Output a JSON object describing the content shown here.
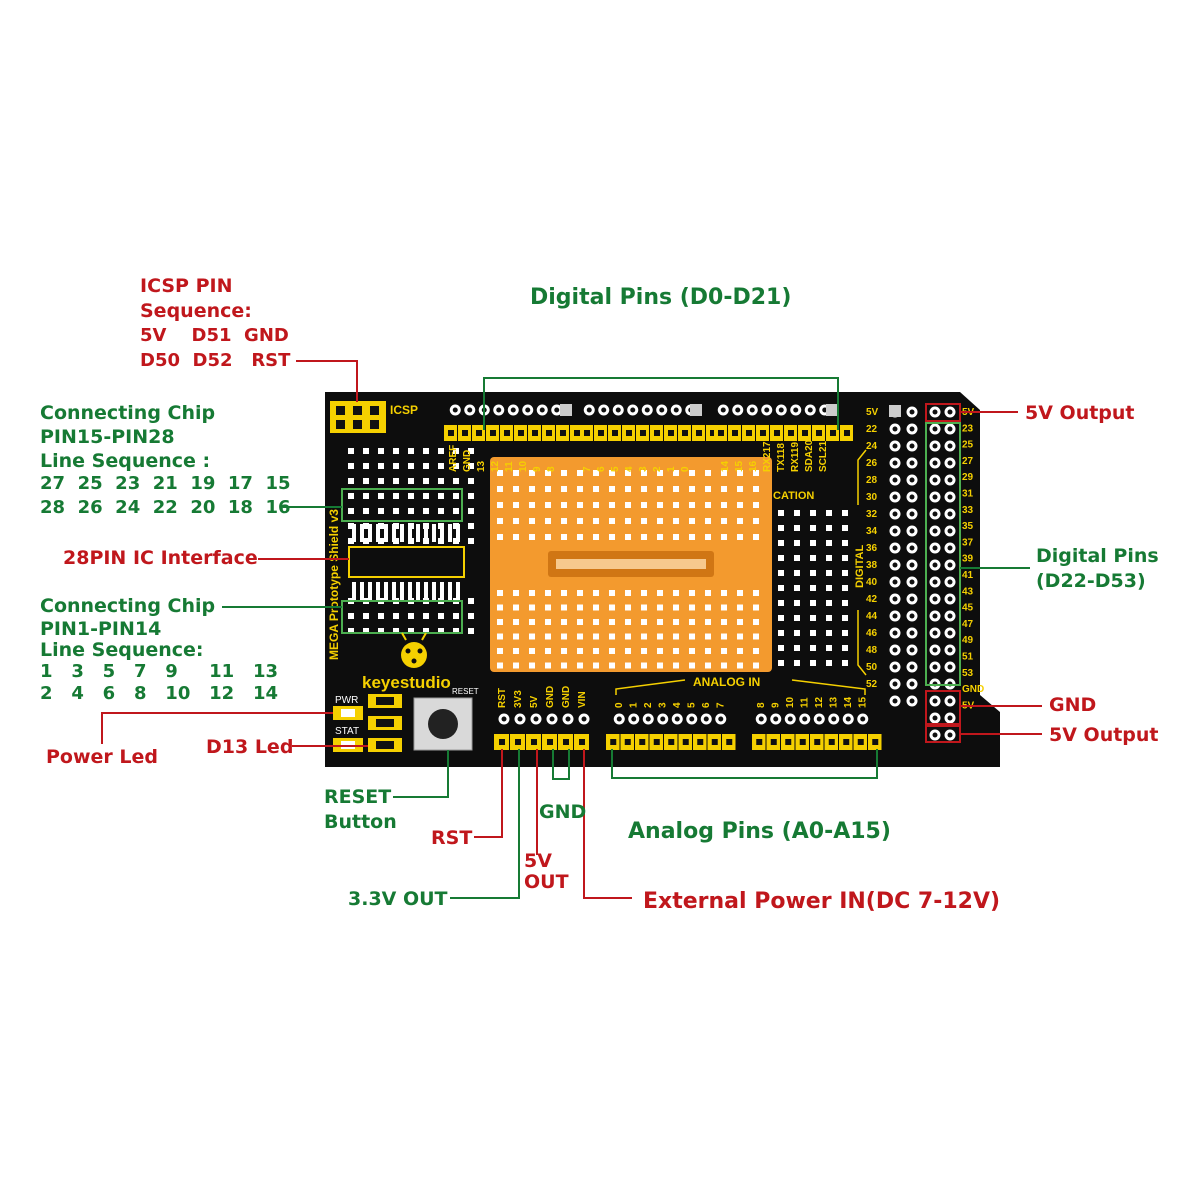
{
  "icsp": {
    "title": "ICSP PIN",
    "subtitle": "Sequence:",
    "row1": "5V    D51  GND",
    "row2": "D50  D52   RST"
  },
  "chip_upper": {
    "title": "Connecting Chip",
    "range": "PIN15-PIN28",
    "seq_label": "Line Sequence :",
    "row1": "27  25  23  21  19  17  15",
    "row2": "28  26  24  22  20  18  16"
  },
  "ic_interface": "28PIN IC Interface",
  "chip_lower": {
    "title": "Connecting Chip",
    "range": "PIN1-PIN14",
    "seq_label": "Line Sequence:",
    "row1": "1   3   5   7   9     11   13",
    "row2": "2   4   6   8   10   12   14"
  },
  "power_led": "Power Led",
  "d13_led": "D13 Led",
  "reset_button": {
    "line1": "RESET",
    "line2": "Button"
  },
  "rst": "RST",
  "v33_out": "3.3V OUT",
  "v5_out": {
    "line1": "5V",
    "line2": "OUT"
  },
  "gnd_bottom": "GND",
  "ext_power": "External Power IN(DC 7-12V)",
  "analog_pins": "Analog Pins (A0-A15)",
  "digital_top": "Digital Pins (D0-D21)",
  "v5_output_top": "5V Output",
  "digital_right": {
    "line1": "Digital Pins",
    "line2": "(D22-D53)"
  },
  "gnd_right": "GND",
  "v5_output_bottom": "5V Output",
  "board": {
    "brand": "keyestudio",
    "icsp_label": "ICSP",
    "reset_label": "RESET",
    "pwr_label": "PWR",
    "stat_label": "STAT",
    "side_text": "MEGA  Prototype  Shield  v3",
    "analog_in": "ANALOG  IN",
    "digital_vertical": "DIGITAL",
    "communication": "CATION",
    "top_pins": [
      "AREF",
      "GND",
      "13",
      "12",
      "11",
      "10",
      "9",
      "8",
      "7",
      "6",
      "5",
      "4",
      "3",
      "2",
      "1",
      "0",
      "14",
      "15",
      "16",
      "RX217",
      "TX118",
      "RX119",
      "SDA20",
      "SCL21"
    ],
    "power_pins": [
      "RST",
      "3V3",
      "5V",
      "GND",
      "GND",
      "VIN"
    ],
    "analog_pins_a": [
      "0",
      "1",
      "2",
      "3",
      "4",
      "5",
      "6",
      "7"
    ],
    "analog_pins_b": [
      "8",
      "9",
      "10",
      "11",
      "12",
      "13",
      "14",
      "15"
    ],
    "right_left_col": [
      "5V",
      "22",
      "24",
      "26",
      "28",
      "30",
      "32",
      "34",
      "36",
      "38",
      "40",
      "42",
      "44",
      "46",
      "48",
      "50",
      "52"
    ],
    "right_right_col": [
      "5V",
      "23",
      "25",
      "27",
      "29",
      "31",
      "33",
      "35",
      "37",
      "39",
      "41",
      "43",
      "45",
      "47",
      "49",
      "51",
      "53",
      "GND",
      "5V"
    ]
  }
}
